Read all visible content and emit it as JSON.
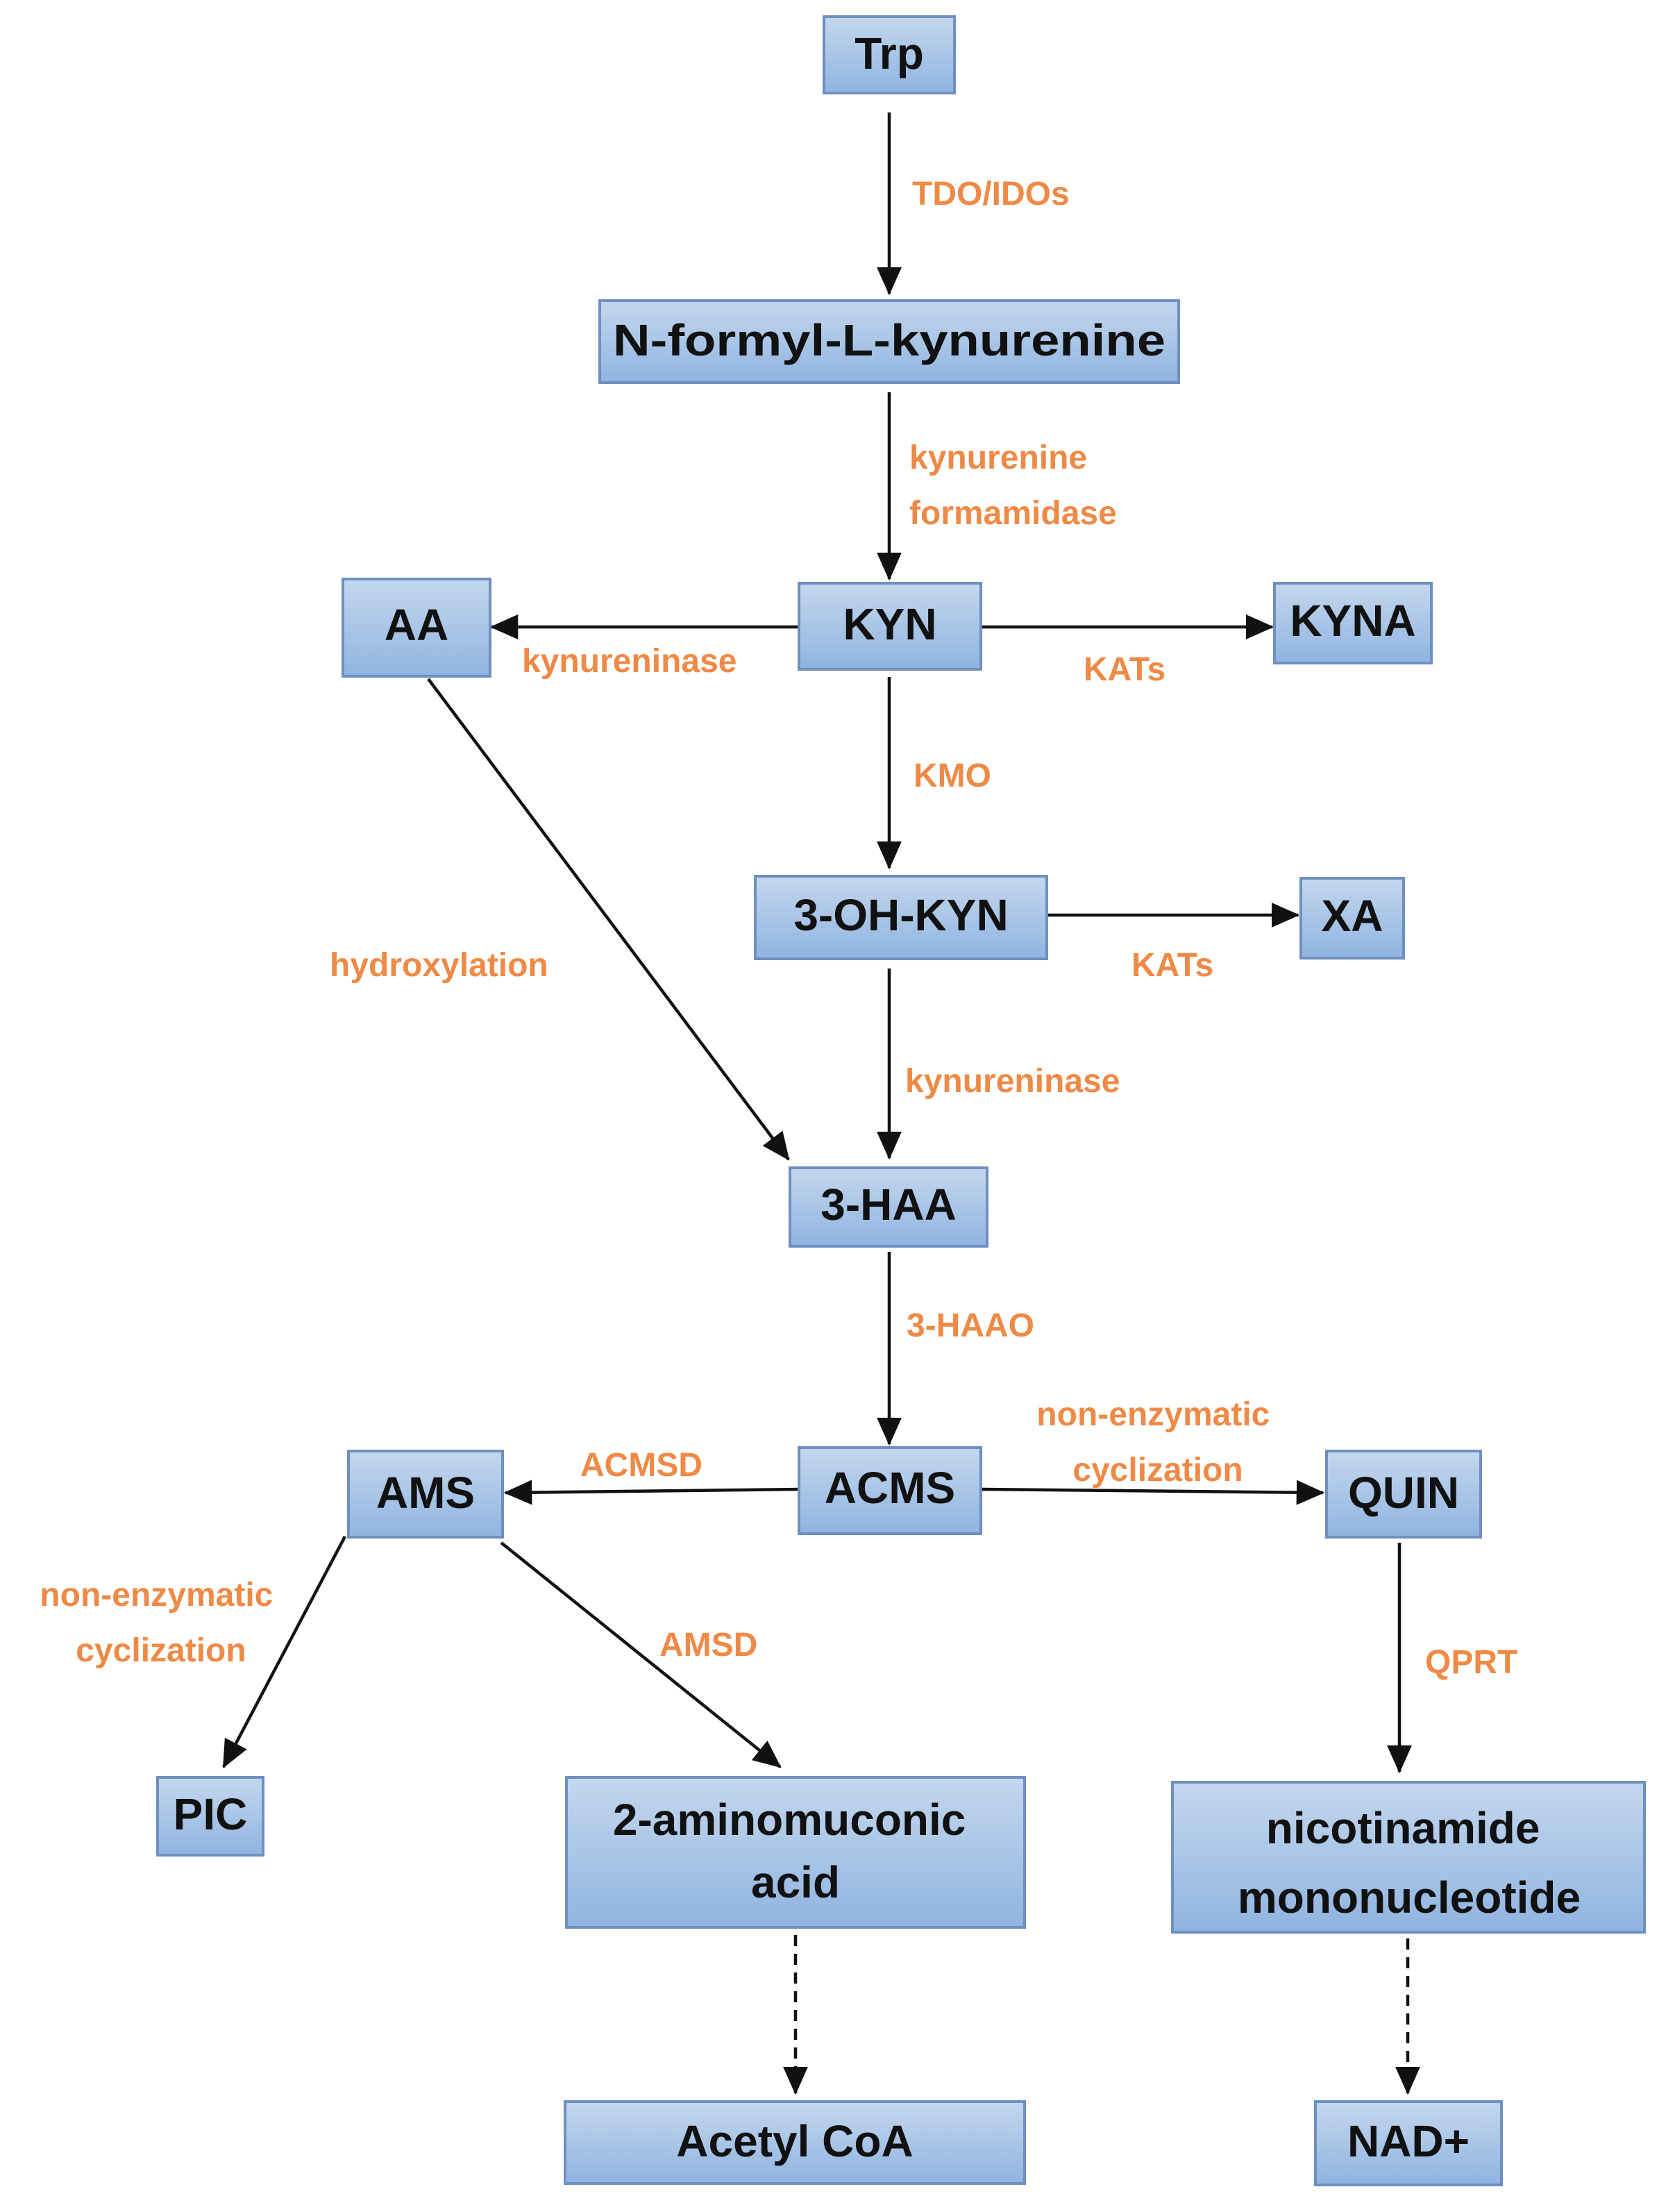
{
  "nodes": {
    "trp": "Trp",
    "nfk": "N-formyl-L-kynurenine",
    "aa": "AA",
    "kyn": "KYN",
    "kyna": "KYNA",
    "ohkyn": "3-OH-KYN",
    "xa": "XA",
    "haa": "3-HAA",
    "ams": "AMS",
    "acms": "ACMS",
    "quin": "QUIN",
    "pic": "PIC",
    "ama": [
      "2-aminomuconic",
      "acid"
    ],
    "nmn": [
      "nicotinamide",
      "mononucleotide"
    ],
    "acetyl": "Acetyl CoA",
    "nad": "NAD+"
  },
  "enzymes": {
    "tdo": "TDO/IDOs",
    "kf": [
      "kynurenine",
      "formamidase"
    ],
    "kynureninase_1": "kynureninase",
    "kats_1": "KATs",
    "kmo": "KMO",
    "hydroxylation": "hydroxylation",
    "kats_2": "KATs",
    "kynureninase_2": "kynureninase",
    "haao": "3-HAAO",
    "acmsd": "ACMSD",
    "nec_1": [
      "non-enzymatic",
      "cyclization"
    ],
    "nec_2": [
      "non-enzymatic",
      "cyclization"
    ],
    "amsd": "AMSD",
    "qprt": "QPRT"
  },
  "colors": {
    "box_fill_top": "#c4d7ee",
    "box_fill_bottom": "#8fb4e0",
    "box_stroke": "#6f8fc0",
    "enzyme_text": "#ee8a46",
    "arrow": "#111111"
  }
}
